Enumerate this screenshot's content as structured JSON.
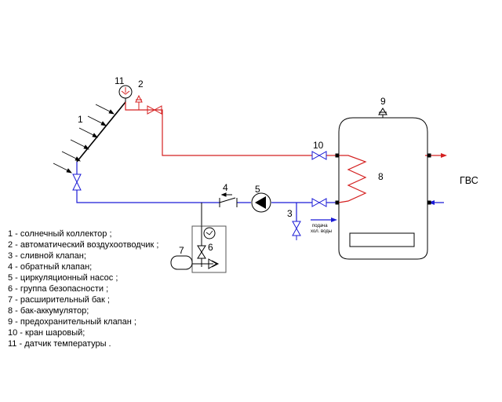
{
  "labels": {
    "n1": "1",
    "n2": "2",
    "n3": "3",
    "n4": "4",
    "n5": "5",
    "n6": "6",
    "n7": "7",
    "n8": "8",
    "n9": "9",
    "n10": "10",
    "n11": "11",
    "gvs": "ГВС",
    "cold_water_line1": "подача",
    "cold_water_line2": "хол. воды"
  },
  "legend": [
    "1 - солнечный коллектор ;",
    "2 - автоматический воздухоотводчик ;",
    "3 - сливной клапан;",
    "4 - обратный клапан;",
    "5 - циркуляционный насос ;",
    "6 - группа безопасности ;",
    "7 - расширительный бак ;",
    "8 - бак-аккумулятор;",
    "9 - предохранительный клапан ;",
    "10 - кран шаровый;",
    "11 - датчик температуры ."
  ],
  "colors": {
    "hot_line": "#d42020",
    "cold_line": "#1b1bd6",
    "equipment": "#000000",
    "grey_line": "#555555"
  }
}
